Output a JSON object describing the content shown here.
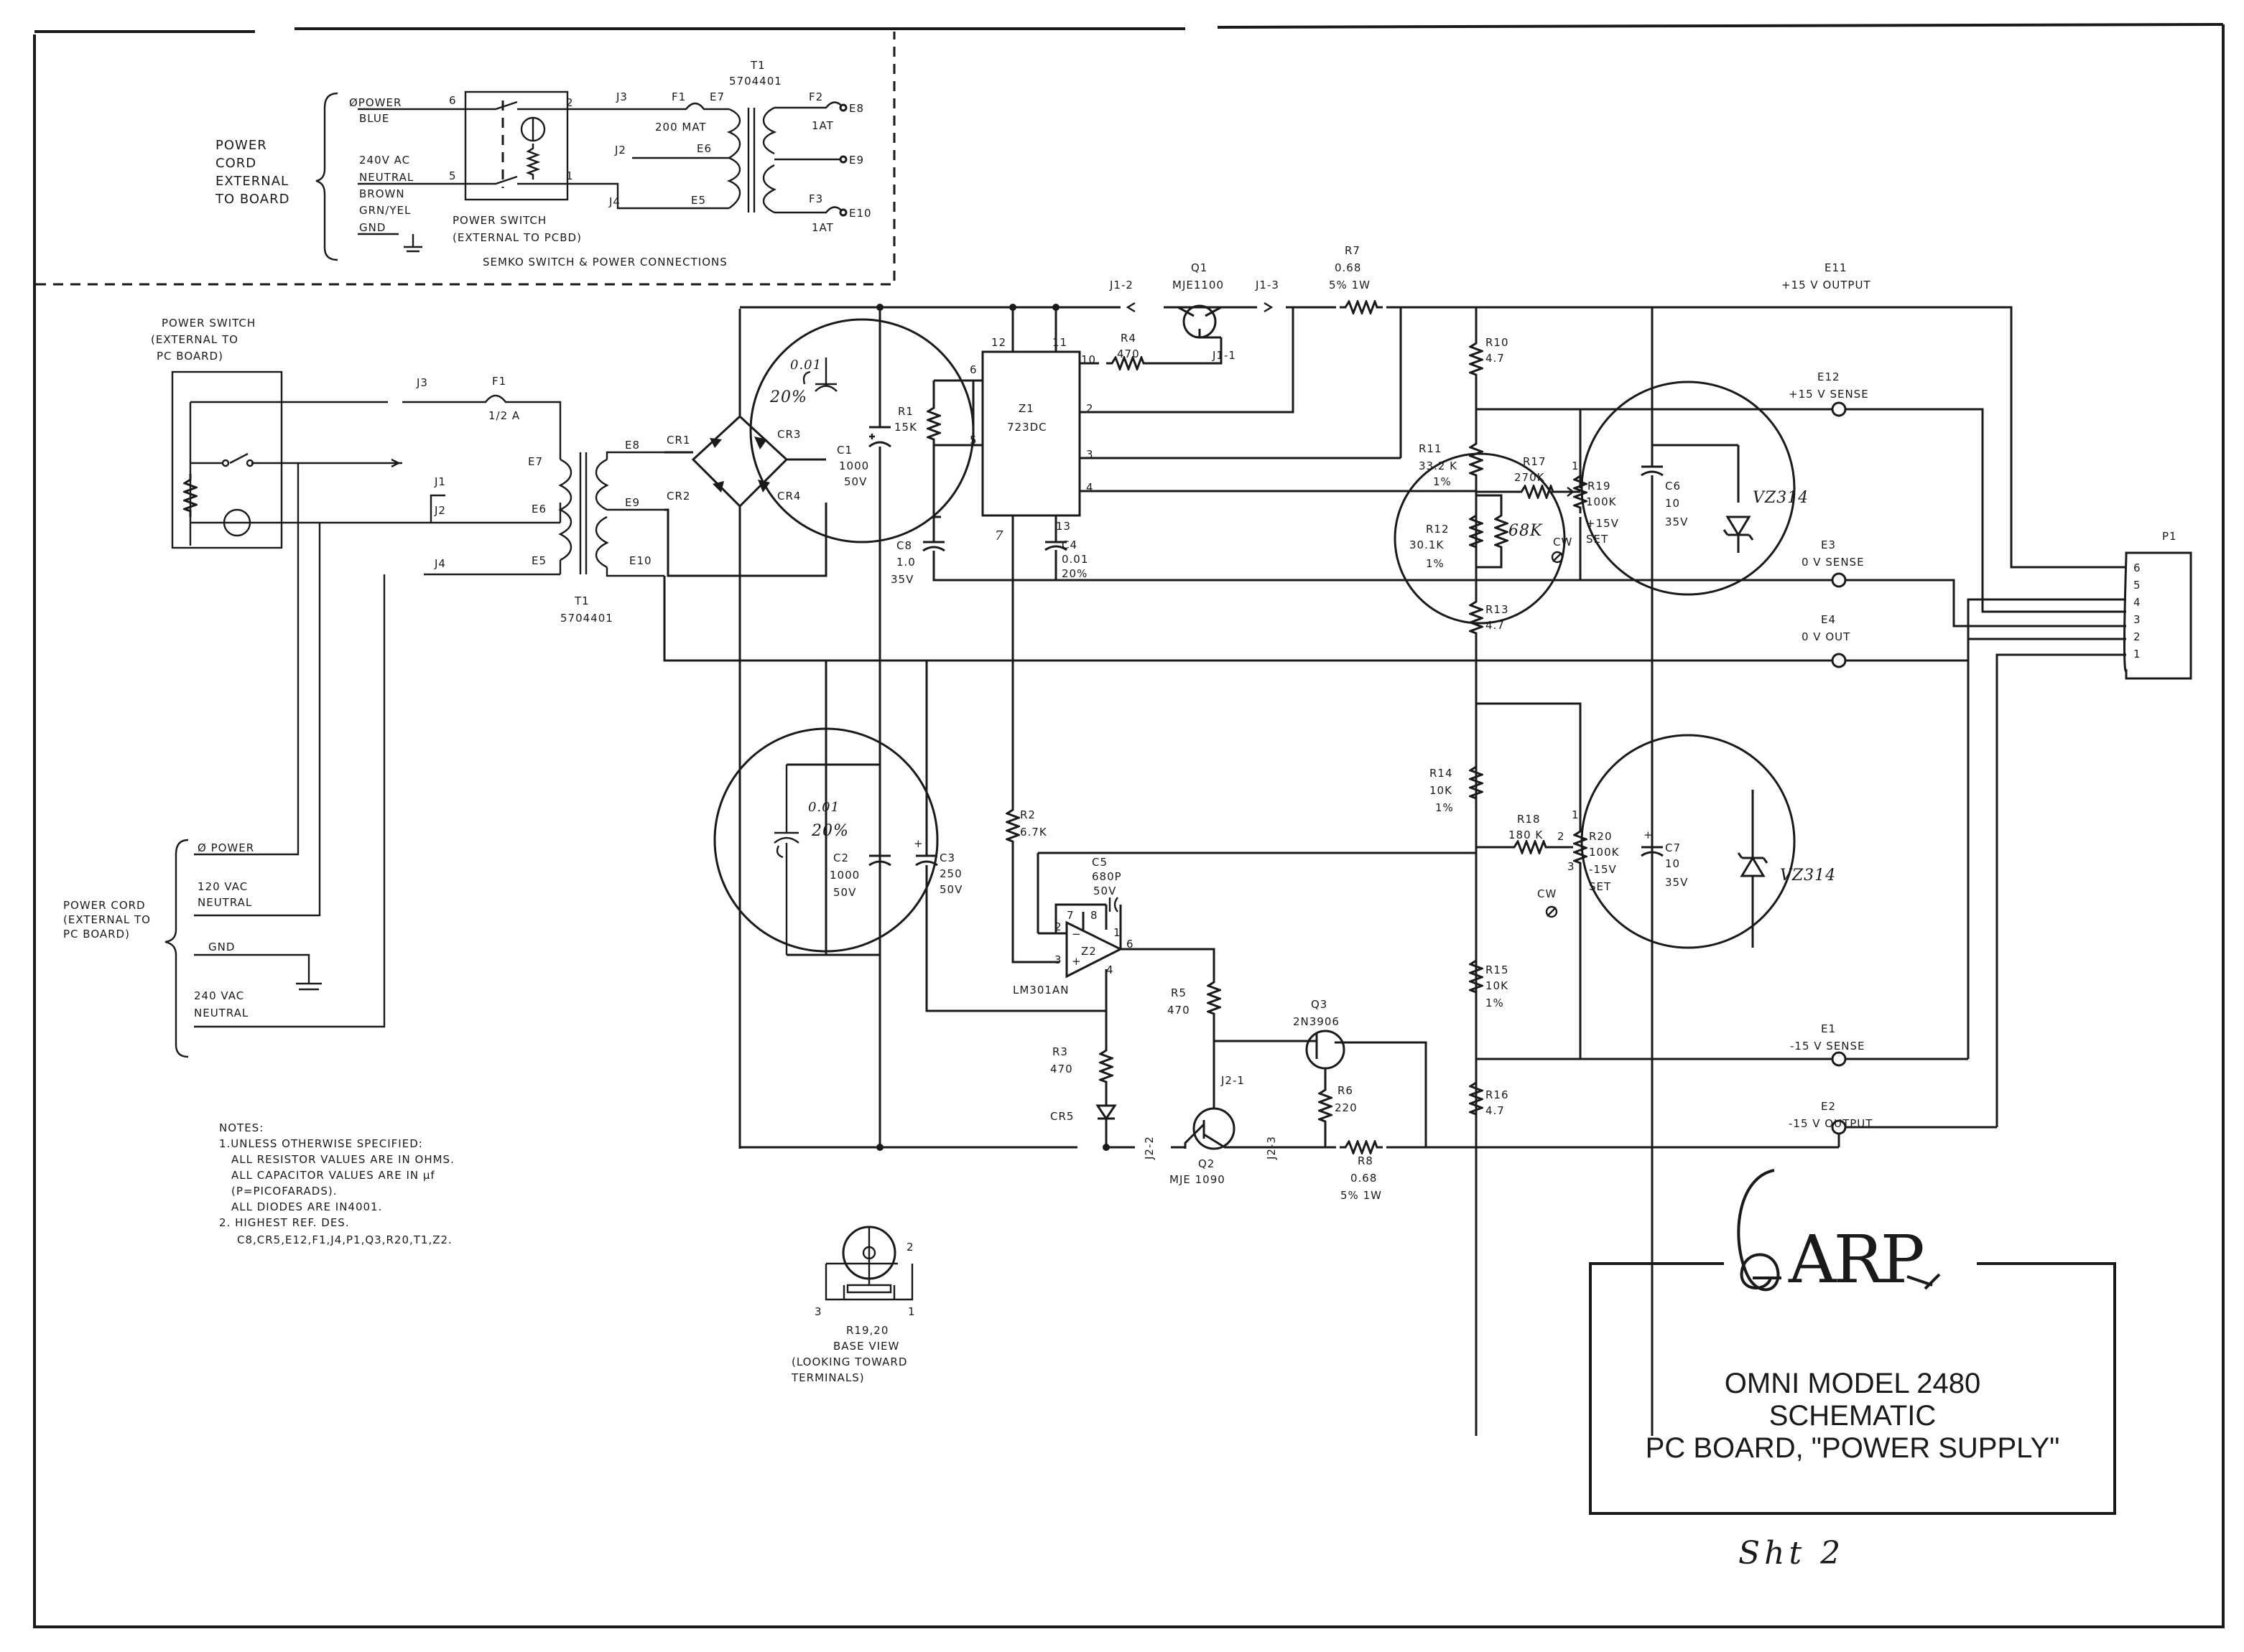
{
  "semko_box": {
    "power_cord_label": [
      "POWER",
      "CORD",
      "EXTERNAL",
      "TO BOARD"
    ],
    "power": "ØPOWER",
    "blue": "BLUE",
    "ac240": "240V AC",
    "neutral": "NEUTRAL",
    "brown": "BROWN",
    "grn_yel": "GRN/YEL",
    "gnd": "GND",
    "switch_label": "POWER SWITCH",
    "switch_sub": "(EXTERNAL TO PCBD)",
    "caption": "SEMKO SWITCH & POWER CONNECTIONS",
    "t1": "T1",
    "t1_part": "5704401",
    "j3": "J3",
    "j2": "J2",
    "j4": "J4",
    "f1": "F1",
    "f1_val": "200 MAT",
    "f2": "F2",
    "f2_val": "1AT",
    "f3": "F3",
    "f3_val": "1AT",
    "e7": "E7",
    "e6": "E6",
    "e5": "E5",
    "e8": "E8",
    "e9": "E9",
    "e10": "E10",
    "pin6": "6",
    "pin5": "5",
    "pin2": "2",
    "pin1": "1"
  },
  "left": {
    "switch_label": [
      "POWER SWITCH",
      "(EXTERNAL TO",
      "PC BOARD)"
    ],
    "j3": "J3",
    "f1": "F1",
    "f1_val": "1/2 A",
    "j1": "J1",
    "j2": "J2",
    "j4": "J4",
    "e7": "E7",
    "e6": "E6",
    "e5": "E5",
    "t1": "T1",
    "t1_part": "5704401",
    "e8": "E8",
    "e9": "E9",
    "e10": "E10",
    "power": "Ø POWER",
    "vac120": "120 VAC",
    "neutral1": "NEUTRAL",
    "gnd": "GND",
    "vac240": "240 VAC",
    "neutral2": "NEUTRAL",
    "cord_label": [
      "POWER CORD",
      "(EXTERNAL TO",
      "PC BOARD)"
    ]
  },
  "rectifier": {
    "cr1": "CR1",
    "cr2": "CR2",
    "cr3": "CR3",
    "cr4": "CR4",
    "note_top": "0.01",
    "note_pct": "20%",
    "c1": "C1",
    "c1_val": "1000",
    "c1_v": "50V",
    "r1": "R1",
    "r1_val": "15K",
    "c8": "C8",
    "c8_val": "1.0",
    "c8_v": "35V"
  },
  "regulator": {
    "z1": "Z1",
    "z1_part": "723DC",
    "pin12": "12",
    "pin11": "11",
    "pin10": "10",
    "pin2": "2",
    "pin3": "3",
    "pin4": "4",
    "pin5": "5",
    "pin6": "6",
    "pin7": "7",
    "pin13": "13",
    "c4": "C4",
    "c4_val": "0.01",
    "c4_tol": "20%",
    "r4": "R4",
    "r4_val": "470",
    "q1": "Q1",
    "q1_part": "MJE1100",
    "j1_2": "J1-2",
    "j1_3": "J1-3",
    "j1_1": "J1-1",
    "r7": "R7",
    "r7_val": "0.68",
    "r7_rating": "5% 1W"
  },
  "pos_output": {
    "e11": "E11",
    "e11_label": "+15 V OUTPUT",
    "e12": "E12",
    "e12_label": "+15 V SENSE",
    "e3": "E3",
    "e3_label": "0 V SENSE",
    "e4": "E4",
    "e4_label": "0 V OUT",
    "r10": "R10",
    "r10_val": "4.7",
    "r11": "R11",
    "r11_val": "33.2 K",
    "r11_tol": "1%",
    "r12": "R12",
    "r12_val": "30.1K",
    "r12_tol": "1%",
    "r17": "R17",
    "r17_val": "270K",
    "note_68k": "68K",
    "r13": "R13",
    "r13_val": "4.7",
    "r19": "R19",
    "r19_val": "100K",
    "r19_set": "+15V",
    "r19_set2": "SET",
    "cw": "CW",
    "c6": "C6",
    "c6_val": "10",
    "c6_v": "35V",
    "vz": "VZ314"
  },
  "connector": {
    "p1": "P1",
    "pins": [
      "6",
      "5",
      "4",
      "3",
      "2",
      "1"
    ]
  },
  "neg_section": {
    "note_top": "0.01",
    "note_pct": "20%",
    "c2": "C2",
    "c2_val": "1000",
    "c2_v": "50V",
    "c3": "C3",
    "c3_val": "250",
    "c3_v": "50V",
    "r2": "R2",
    "r2_val": "6.7K",
    "c5": "C5",
    "c5_val": "680P",
    "c5_v": "50V",
    "z2": "Z2",
    "z2_part": "LM301AN",
    "pin7": "7",
    "pin2": "2",
    "pin3": "3",
    "pin4": "4",
    "pin6": "6",
    "pin1": "1",
    "pin8": "8",
    "r3": "R3",
    "r3_val": "470",
    "cr5": "CR5",
    "r5": "R5",
    "r5_val": "470",
    "q3": "Q3",
    "q3_part": "2N3906",
    "j2_1": "J2-1",
    "j2_2": "J2-2",
    "j2_3": "J2-3",
    "q2": "Q2",
    "q2_part": "MJE 1090",
    "r6": "R6",
    "r6_val": "220",
    "r8": "R8",
    "r8_val": "0.68",
    "r8_rating": "5% 1W",
    "r14": "R14",
    "r14_val": "10K",
    "r14_tol": "1%",
    "r18": "R18",
    "r18_val": "180 K",
    "r20": "R20",
    "r20_val": "100K",
    "r20_set": "-15V",
    "r20_set2": "SET",
    "cw": "CW",
    "c7": "C7",
    "c7_val": "10",
    "c7_v": "35V",
    "vz": "VZ314",
    "r15": "R15",
    "r15_val": "10K",
    "r15_tol": "1%",
    "r16": "R16",
    "r16_val": "4.7",
    "e1": "E1",
    "e1_label": "-15 V SENSE",
    "e2": "E2",
    "e2_label": "-15 V OUTPUT"
  },
  "notes": {
    "title": "NOTES:",
    "lines": [
      "1.UNLESS OTHERWISE SPECIFIED:",
      "ALL RESISTOR VALUES ARE IN OHMS.",
      "ALL CAPACITOR VALUES ARE IN µf",
      "(P=PICOFARADS).",
      "ALL DIODES ARE IN4001.",
      "2. HIGHEST REF. DES.",
      "C8,CR5,E12,F1,J4,P1,Q3,R20,T1,Z2."
    ]
  },
  "base_view": {
    "label": "R19,20",
    "lines": [
      "BASE VIEW",
      "(LOOKING TOWARD",
      "TERMINALS)"
    ],
    "pin1": "1",
    "pin2": "2",
    "pin3": "3"
  },
  "title_block": {
    "logo": "ARP",
    "line1": "OMNI MODEL 2480",
    "line2": "SCHEMATIC",
    "line3": "PC BOARD, \"POWER SUPPLY\""
  },
  "sheet": "Sht 2"
}
